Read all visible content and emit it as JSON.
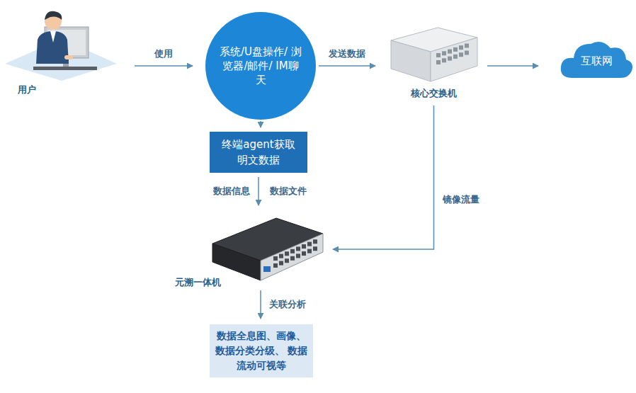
{
  "diagram": {
    "nodes": [
      {
        "text": [
          "用户"
        ]
      },
      {
        "text": [
          "系统/U盘操作/ 浏览器/邮件/ IM聊天"
        ]
      },
      {
        "text": [
          "核心交换机"
        ]
      },
      {
        "text": [
          "互联网"
        ]
      },
      {
        "text": [
          "终端agent获取 明文数据"
        ]
      },
      {
        "text": [
          "元溯一体机"
        ]
      },
      {
        "text": [
          "数据全息图、画像、 数据分类分级、 数据流动可视等"
        ]
      }
    ],
    "edges": [
      {
        "from": 0,
        "to": 1,
        "label": "使用",
        "arrow": "to"
      },
      {
        "from": 1,
        "to": 2,
        "label": "发送数据",
        "arrow": "to"
      },
      {
        "from": 2,
        "to": 3,
        "arrow": "to"
      },
      {
        "from": 1,
        "to": 4,
        "arrow": "to"
      },
      {
        "from": 4,
        "to": 5,
        "label": "数据信息",
        "arrow": "to"
      },
      {
        "from": 2,
        "to": 5,
        "label": "镜像流量",
        "arrow": "to"
      },
      {
        "from": 5,
        "to": 6,
        "label": "关联分析",
        "arrow": "to"
      }
    ],
    "labels": [
      "数据文件"
    ]
  }
}
